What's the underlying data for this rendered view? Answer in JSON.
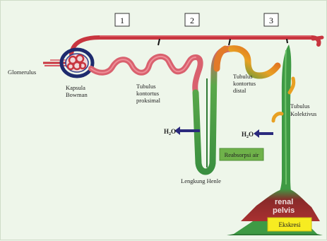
{
  "numbers": [
    "1",
    "2",
    "3"
  ],
  "labels": {
    "glomerulus": "Glomerulus",
    "kapsula_1": "Kapsula",
    "kapsula_2": "Bowman",
    "tubulus_proksimal_1": "Tubulus",
    "tubulus_proksimal_2": "kontortus",
    "tubulus_proksimal_3": "proksimal",
    "tubulus_distal_1": "Tubulus",
    "tubulus_distal_2": "kontortus",
    "tubulus_distal_3": "distal",
    "tubulus_kolektivus_1": "Tubulus",
    "tubulus_kolektivus_2": "Kolektivus",
    "lengkung_henle": "Lengkung Henle",
    "h2o_left_main": "H",
    "h2o_left_sub": "2",
    "h2o_left_end": "O",
    "h2o_right_main": "H",
    "h2o_right_sub": "2",
    "h2o_right_end": "O",
    "reabsorpsi_air": "Reabsorpsi air",
    "renal_pelvis_1": "renal",
    "renal_pelvis_2": "pelvis",
    "ekskresi": "Ekskresi"
  },
  "colors": {
    "vessel": "#c8353f",
    "tubule_proximal": "#d9616e",
    "tubule_green": "#3e9a44",
    "tubule_orange": "#e98a1f",
    "capsule": "#1e2b6e",
    "arrow": "#2b2a7d",
    "reabsorpsi_box": "#6fb24a",
    "ekskresi_box": "#f7ec21"
  }
}
